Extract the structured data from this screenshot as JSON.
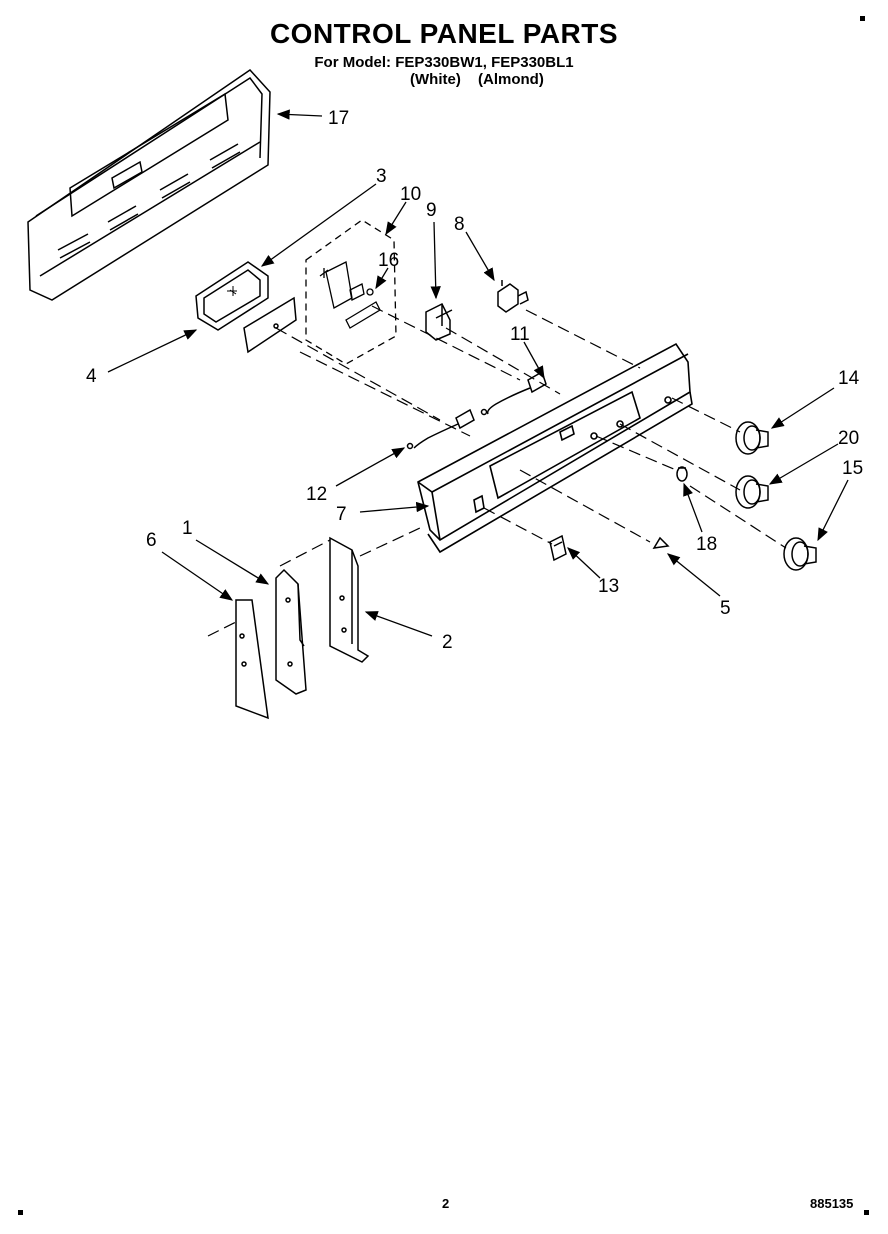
{
  "header": {
    "title": "CONTROL PANEL PARTS",
    "subtitle": "For Model: FEP330BW1, FEP330BL1",
    "variant_white": "(White)",
    "variant_almond": "(Almond)"
  },
  "callouts": {
    "c1": "1",
    "c2": "2",
    "c3": "3",
    "c4": "4",
    "c5": "5",
    "c6": "6",
    "c7": "7",
    "c8": "8",
    "c9": "9",
    "c10": "10",
    "c11": "11",
    "c12": "12",
    "c13": "13",
    "c14": "14",
    "c15": "15",
    "c16": "16",
    "c17": "17",
    "c18": "18",
    "c20": "20"
  },
  "footer": {
    "page_number": "2",
    "document_number": "885135"
  }
}
